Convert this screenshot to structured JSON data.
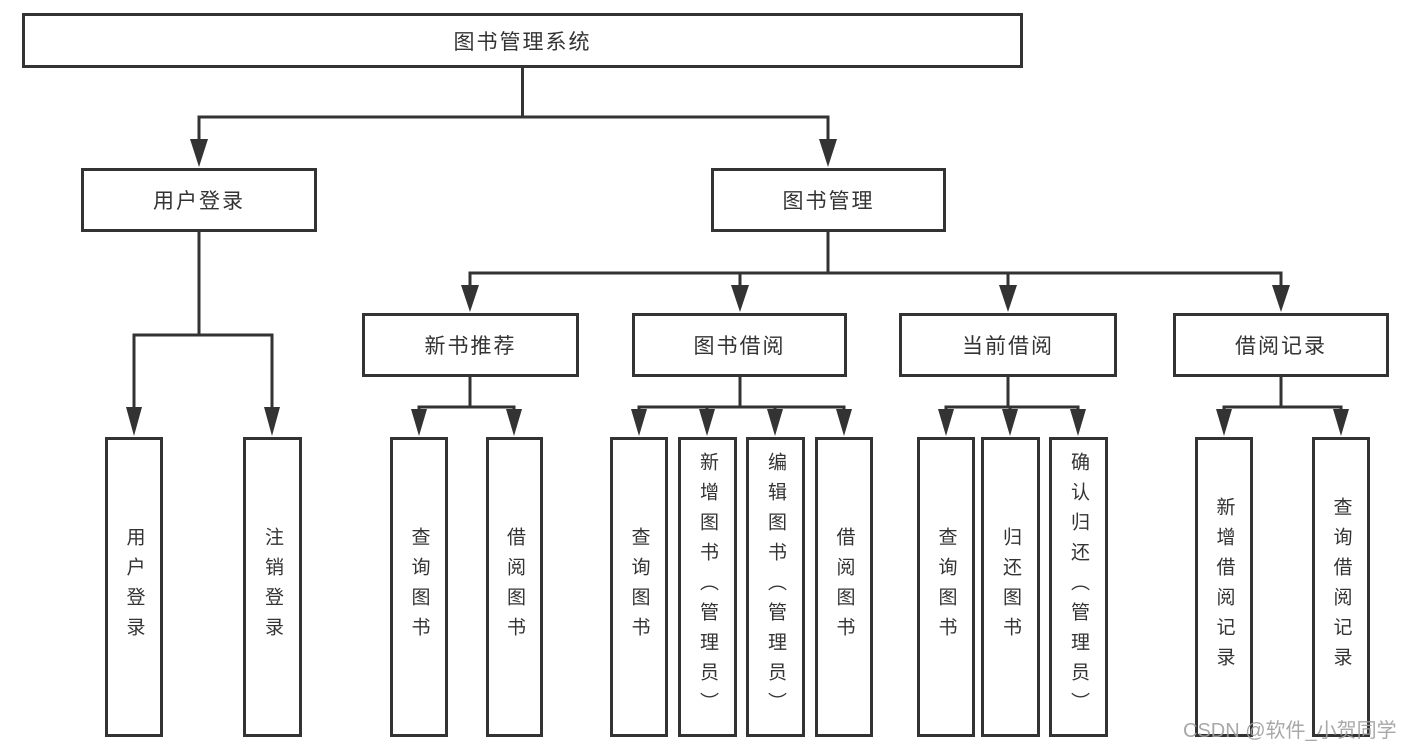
{
  "tree": {
    "label": "图书管理系统",
    "children": [
      {
        "label": "用户登录",
        "children": [
          {
            "label": "用户登录"
          },
          {
            "label": "注销登录"
          }
        ]
      },
      {
        "label": "图书管理",
        "children": [
          {
            "label": "新书推荐",
            "children": [
              {
                "label": "查询图书"
              },
              {
                "label": "借阅图书"
              }
            ]
          },
          {
            "label": "图书借阅",
            "children": [
              {
                "label": "查询图书"
              },
              {
                "label": "新增图书（管理员）"
              },
              {
                "label": "编辑图书（管理员）"
              },
              {
                "label": "借阅图书"
              }
            ]
          },
          {
            "label": "当前借阅",
            "children": [
              {
                "label": "查询图书"
              },
              {
                "label": "归还图书"
              },
              {
                "label": "确认归还（管理员）"
              }
            ]
          },
          {
            "label": "借阅记录",
            "children": [
              {
                "label": "新增借阅记录"
              },
              {
                "label": "查询借阅记录"
              }
            ]
          }
        ]
      }
    ]
  },
  "watermark": {
    "text": "CSDN @软件_小贺同学"
  },
  "colors": {
    "line": "#333333",
    "box_border": "#333333",
    "box_background": "#ffffff",
    "text": "#333333",
    "watermark": "#9e9e9e",
    "background": "#ffffff"
  }
}
